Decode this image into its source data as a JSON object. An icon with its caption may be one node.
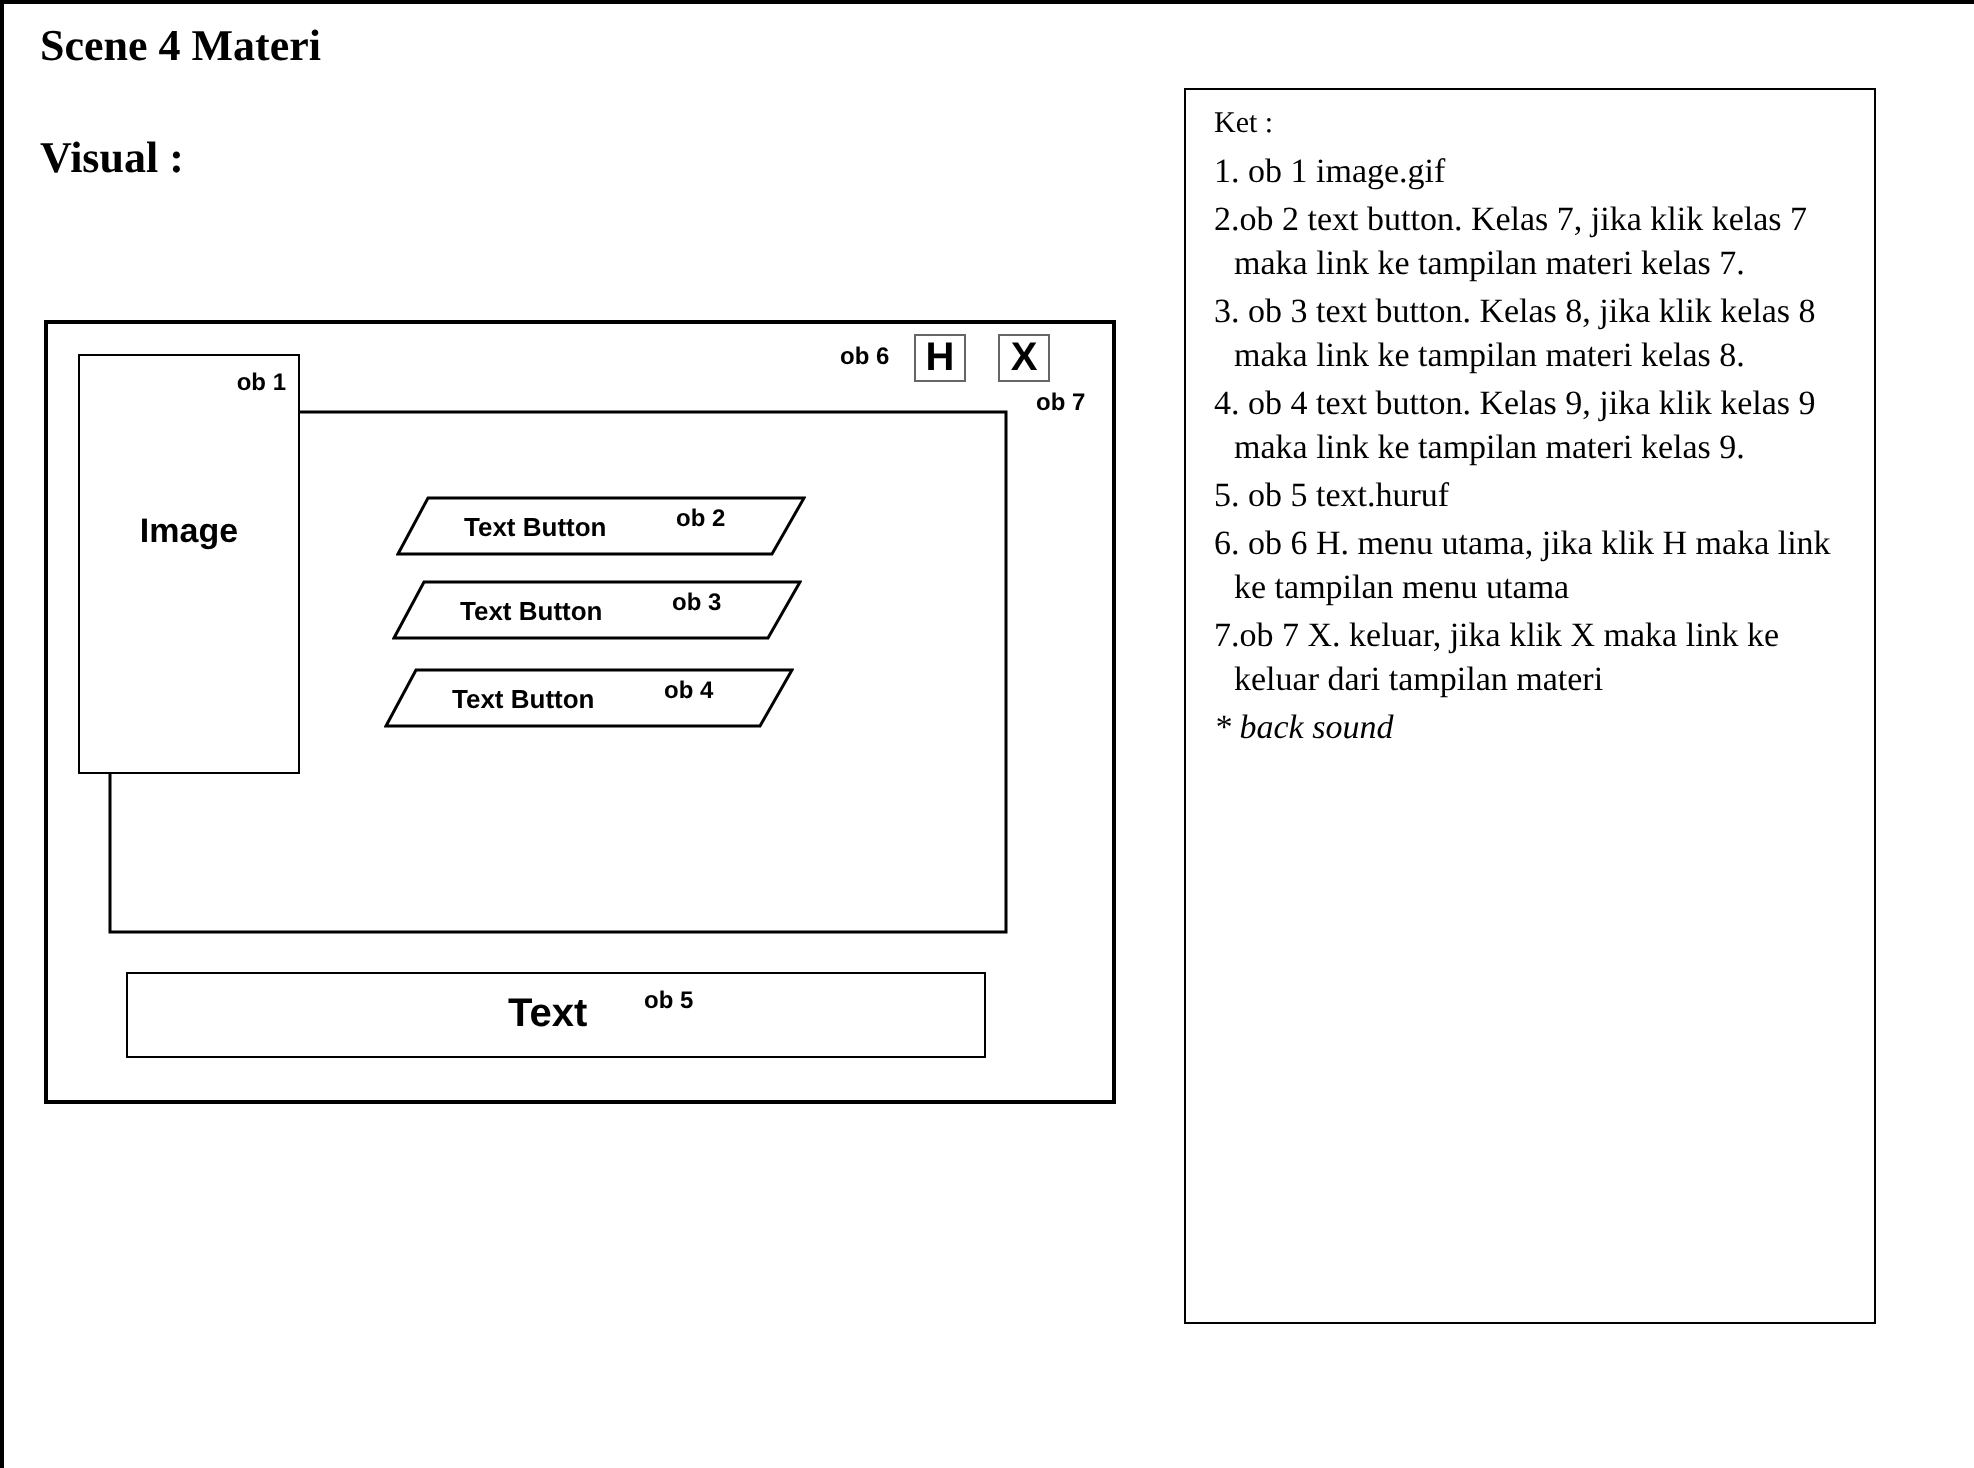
{
  "diagram": {
    "title": "Scene 4 Materi",
    "nodes": [
      {
        "text": [],
        "shape": "box"
      },
      {
        "text": [
          "Image",
          "ob 1"
        ],
        "in": 0
      },
      {
        "text": [],
        "shape": "box",
        "in": 0
      },
      {
        "text": [
          "Text Button",
          "ob 2"
        ],
        "in": 2
      },
      {
        "text": [
          "Text Button",
          "ob 3"
        ],
        "in": 2
      },
      {
        "text": [
          "Text Button",
          "ob 4"
        ],
        "in": 2
      },
      {
        "text": [
          "H"
        ],
        "beside": [
          "ob 6"
        ],
        "in": 0
      },
      {
        "text": [
          "X"
        ],
        "beside": [
          "ob 7"
        ],
        "in": 0
      },
      {
        "text": [
          "Text",
          "ob 5"
        ],
        "in": 0
      },
      {
        "text": [
          "Ket :",
          "1. ob 1 image.gif",
          "2.ob 2 text button. Kelas 7, jika klik kelas 7 maka link ke tampilan materi kelas 7.",
          "3. ob 3 text button. Kelas 8, jika klik kelas 8 maka link ke tampilan materi kelas 8.",
          "4. ob 4 text button. Kelas 9, jika klik kelas 9 maka link ke tampilan materi kelas 9.",
          "5. ob 5 text.huruf",
          "6. ob 6 H. menu utama, jika klik H maka link ke tampilan menu utama",
          "7.ob 7 X. keluar, jika klik X maka link ke keluar dari tampilan materi",
          "* back sound"
        ]
      }
    ],
    "edges": [],
    "labels": [
      "Visual :"
    ]
  }
}
